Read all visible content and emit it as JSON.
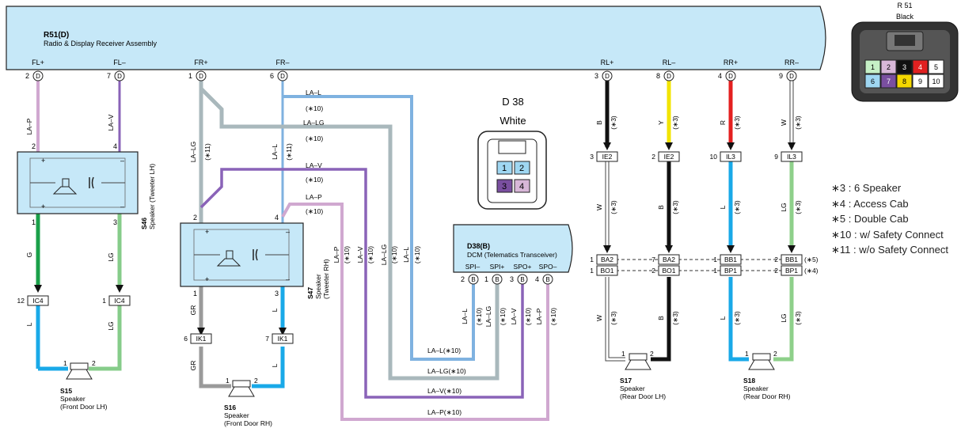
{
  "receiver": {
    "code": "R51(D)",
    "name": "Radio & Display Receiver Assembly",
    "conn": "D"
  },
  "r51_connector": {
    "label": "R 51",
    "color": "Black",
    "pins_top": [
      "1",
      "2",
      "3",
      "4",
      "5"
    ],
    "pins_bottom": [
      "6",
      "7",
      "8",
      "9",
      "10"
    ],
    "pin_colors_top": [
      "#c6f0c6",
      "#d8b7d8",
      "#111111",
      "#e02020",
      "#ffffff"
    ],
    "pin_colors_bottom": [
      "#9fd7f2",
      "#7a4fa0",
      "#f5d800",
      "#ffffff",
      "#ffffff"
    ]
  },
  "d38_connector": {
    "label": "D 38",
    "color": "White",
    "pins": [
      "1",
      "2",
      "3",
      "4"
    ]
  },
  "receiver_pins": {
    "fl_plus": {
      "name": "FL+",
      "pin": "2"
    },
    "fl_minus": {
      "name": "FL–",
      "pin": "7"
    },
    "fr_plus": {
      "name": "FR+",
      "pin": "1"
    },
    "fr_minus": {
      "name": "FR–",
      "pin": "6"
    },
    "rl_plus": {
      "name": "RL+",
      "pin": "3"
    },
    "rl_minus": {
      "name": "RL–",
      "pin": "8"
    },
    "rr_plus": {
      "name": "RR+",
      "pin": "4"
    },
    "rr_minus": {
      "name": "RR–",
      "pin": "9"
    }
  },
  "wire_labels": {
    "la_p": "LA–P",
    "la_v": "LA–V",
    "g": "G",
    "lg": "LG",
    "l": "L",
    "gr": "GR",
    "la_lg": "LA–LG",
    "la_l": "LA–L",
    "b": "B",
    "y": "Y",
    "r": "R",
    "w": "W",
    "star3": "(∗3)",
    "star10": "(∗10)",
    "star11": "(∗11)",
    "la_l_bottom": "LA–L(∗10)",
    "la_lg_bottom": "LA–LG(∗10)",
    "la_v_bottom": "LA–V(∗10)",
    "la_p_bottom": "LA–P(∗10)",
    "star5": "(∗5)",
    "star4": "(∗4)"
  },
  "tweeter_lh": {
    "code": "S46",
    "name": "Speaker (Tweeter LH)",
    "pin_top_left": "2",
    "pin_top_right": "4",
    "pin_bottom_left": "1",
    "pin_bottom_right": "3"
  },
  "tweeter_rh": {
    "code": "S47",
    "name": "Speaker",
    "name2": "(Tweeter RH)",
    "pin_top_left": "2",
    "pin_top_right": "4",
    "pin_bottom_left": "1",
    "pin_bottom_right": "3"
  },
  "dcm": {
    "code": "D38(B)",
    "name": "DCM (Telematics Transceiver)",
    "conn": "B",
    "pins": [
      {
        "name": "SPI–",
        "pin": "2"
      },
      {
        "name": "SPI+",
        "pin": "1"
      },
      {
        "name": "SPO+",
        "pin": "3"
      },
      {
        "name": "SPO–",
        "pin": "4"
      }
    ]
  },
  "junctions": {
    "ic4_a": {
      "label": "IC4",
      "pin": "12"
    },
    "ic4_b": {
      "label": "IC4",
      "pin": "1"
    },
    "ik1_a": {
      "label": "IK1",
      "pin": "6"
    },
    "ik1_b": {
      "label": "IK1",
      "pin": "7"
    },
    "ie2_a": {
      "label": "IE2",
      "pin": "3"
    },
    "ie2_b": {
      "label": "IE2",
      "pin": "2"
    },
    "il3_a": {
      "label": "IL3",
      "pin": "10"
    },
    "il3_b": {
      "label": "IL3",
      "pin": "9"
    },
    "ba2_a": {
      "label": "BA2",
      "pin": "1"
    },
    "ba2_b": {
      "label": "BA2",
      "pin": "7"
    },
    "bo1_a": {
      "label": "BO1",
      "pin": "1"
    },
    "bo1_b": {
      "label": "BO1",
      "pin": "2"
    },
    "bb1_a": {
      "label": "BB1",
      "pin": "1"
    },
    "bb1_b": {
      "label": "BB1",
      "pin": "2"
    },
    "bp1_a": {
      "label": "BP1",
      "pin": "1"
    },
    "bp1_b": {
      "label": "BP1",
      "pin": "2"
    }
  },
  "speakers": {
    "s15": {
      "code": "S15",
      "line1": "Speaker",
      "line2": "(Front Door LH)",
      "pin1": "1",
      "pin2": "2"
    },
    "s16": {
      "code": "S16",
      "line1": "Speaker",
      "line2": "(Front Door RH)",
      "pin1": "1",
      "pin2": "2"
    },
    "s17": {
      "code": "S17",
      "line1": "Speaker",
      "line2": "(Rear Door LH)",
      "pin1": "1",
      "pin2": "2"
    },
    "s18": {
      "code": "S18",
      "line1": "Speaker",
      "line2": "(Rear Door RH)",
      "pin1": "1",
      "pin2": "2"
    }
  },
  "legend": [
    "∗3 : 6 Speaker",
    "∗4 : Access Cab",
    "∗5 : Double Cab",
    "∗10 : w/ Safety Connect",
    "∗11 : w/o Safety Connect"
  ],
  "wire_colors": {
    "la_p": "#d0a8d0",
    "la_v": "#8a63b8",
    "green": "#1aa04a",
    "lg": "#86cc8a",
    "l": "#19a9e8",
    "gr": "#9a9a9a",
    "la_lg": "#a9b8bc",
    "la_l": "#7fb2e0",
    "black": "#111111",
    "yellow": "#f2e400",
    "red": "#e42020",
    "white": "#ffffff",
    "lgreen": "#8ed08a",
    "panel": "#c6e8f8"
  }
}
